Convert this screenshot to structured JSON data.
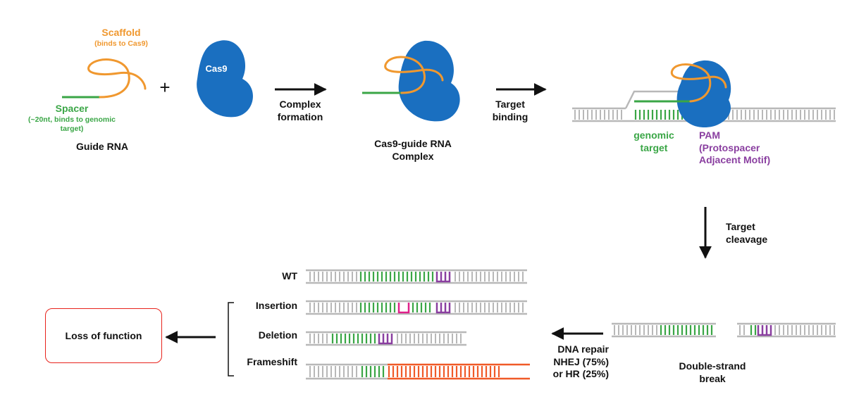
{
  "colors": {
    "scaffold": "#f0982f",
    "spacer": "#3aa646",
    "cas9": "#1a6fc0",
    "pam": "#8a3fa0",
    "frameshift": "#f05a28",
    "insertion": "#e0208a",
    "dna_backbone": "#b8b8b8",
    "loss_box_border": "#e8231c"
  },
  "step1": {
    "scaffold_title": "Scaffold",
    "scaffold_sub": "(binds to Cas9)",
    "spacer_title": "Spacer",
    "spacer_sub_line1": "(~20nt, binds to genomic",
    "spacer_sub_line2": "target)",
    "guide_rna": "Guide RNA",
    "plus": "+",
    "cas9": "Cas9"
  },
  "arrows": {
    "complex_line1": "Complex",
    "complex_line2": "formation",
    "binding_line1": "Target",
    "binding_line2": "binding",
    "cleavage_line1": "Target",
    "cleavage_line2": "cleavage",
    "repair_line1": "DNA repair",
    "repair_line2": "NHEJ (75%)",
    "repair_line3": "or HR (25%)"
  },
  "complex": {
    "line1": "Cas9-guide RNA",
    "line2": "Complex"
  },
  "target": {
    "genomic_line1": "genomic",
    "genomic_line2": "target",
    "pam_line1": "PAM",
    "pam_line2": "(Protospacer",
    "pam_line3": "Adjacent Motif)"
  },
  "break": {
    "line1": "Double-strand",
    "line2": "break"
  },
  "outcomes": {
    "wt": "WT",
    "insertion": "Insertion",
    "deletion": "Deletion",
    "frameshift": "Frameshift"
  },
  "result": {
    "loss_of_function": "Loss of function"
  }
}
